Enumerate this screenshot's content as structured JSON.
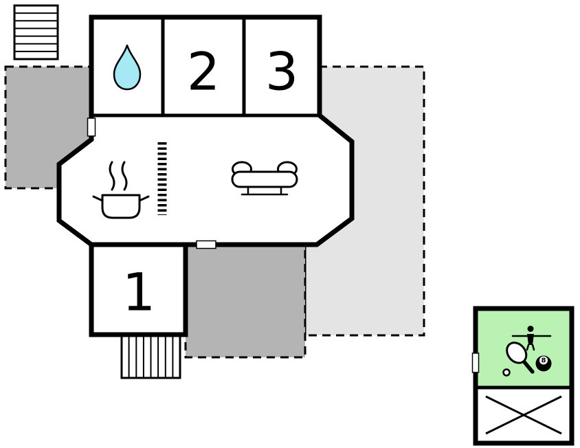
{
  "plan": {
    "room_labels": {
      "bedroom_1": "1",
      "bedroom_2": "2",
      "bedroom_3": "3"
    },
    "billiard_ball_label": "8",
    "colors": {
      "wall": "#000000",
      "room_fill": "#ffffff",
      "terrace_fill": "#b4b4b4",
      "plot_fill": "#e4e4e4",
      "water_drop": "#a6e9f5",
      "game_room": "#b9f2b2"
    },
    "icon_names": [
      "water-drop-icon",
      "cooking-pot-icon",
      "steam-icon",
      "stairs-strip-icon",
      "sofa-icon",
      "exterior-stairs-top-icon",
      "exterior-stairs-bottom-icon",
      "table-tennis-paddle-icon",
      "table-tennis-ball-icon",
      "foosball-player-icon",
      "billiard-8-ball-icon",
      "crossed-square-icon",
      "door-marker"
    ]
  }
}
